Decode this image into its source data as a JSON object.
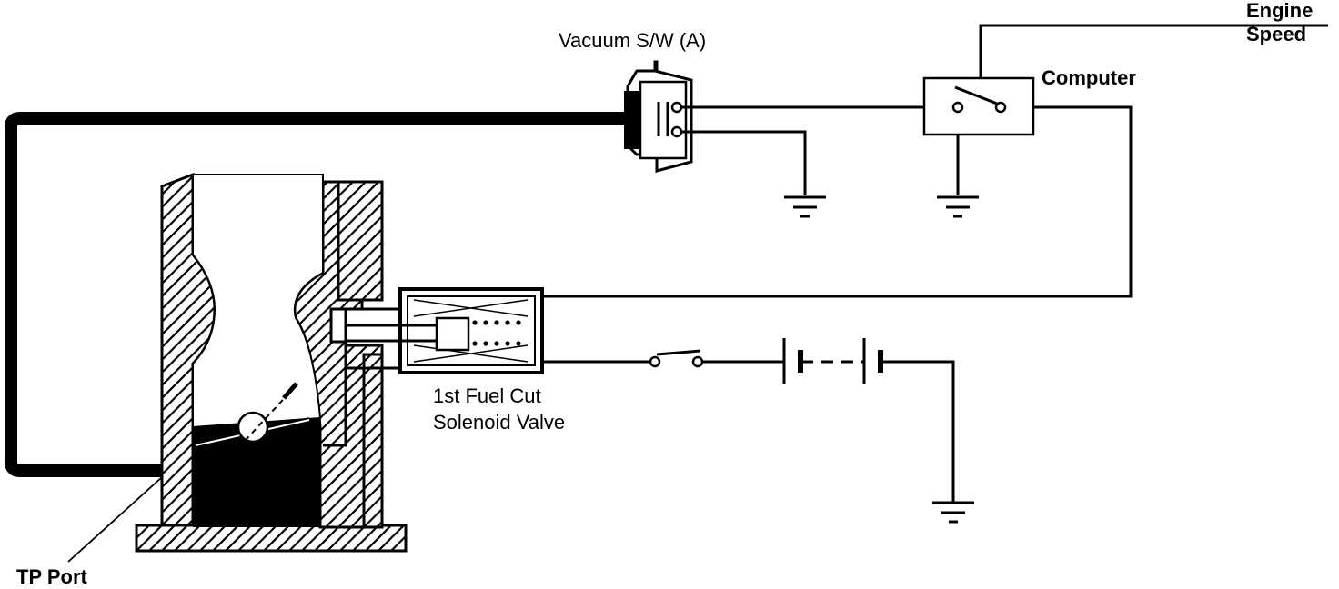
{
  "labels": {
    "vacuum_switch": "Vacuum S/W (A)",
    "engine": "Engine",
    "speed": "Speed",
    "computer": "Computer",
    "solenoid_line1": "1st Fuel Cut",
    "solenoid_line2": "Solenoid Valve",
    "tp_port": "TP Port"
  },
  "colors": {
    "ink": "#000000",
    "paper": "#ffffff"
  }
}
